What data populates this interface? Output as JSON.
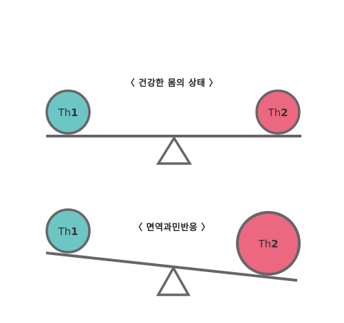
{
  "colors": {
    "th1": "#6cc6c4",
    "th2": "#ec6880",
    "outline": "#666666",
    "beam": "#666666"
  },
  "panels": [
    {
      "title": "〈 건강한 몸의 상태 〉",
      "state": "balanced",
      "left": {
        "prefix": "Th",
        "number": "1"
      },
      "right": {
        "prefix": "Th",
        "number": "2"
      }
    },
    {
      "title": "〈 면역과민반응 〉",
      "state": "tilted-right",
      "left": {
        "prefix": "Th",
        "number": "1"
      },
      "right": {
        "prefix": "Th",
        "number": "2"
      }
    }
  ]
}
